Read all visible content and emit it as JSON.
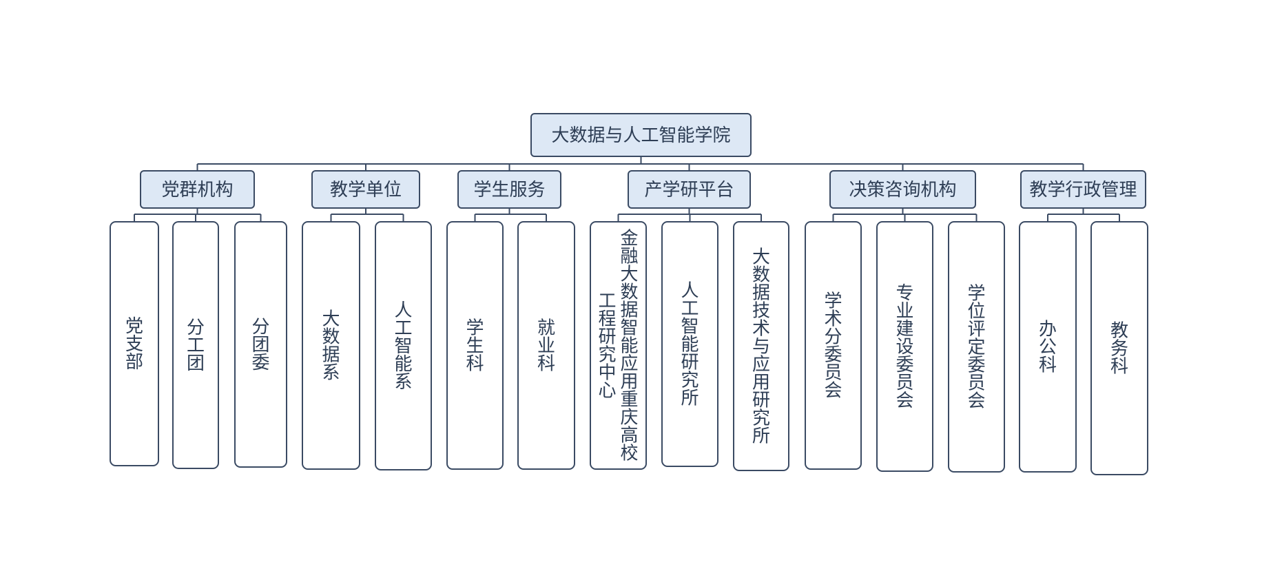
{
  "root": {
    "label": "大数据与人工智能学院"
  },
  "categories": [
    {
      "label": "党群机构",
      "children": [
        "党支部",
        "分工团",
        "分团委"
      ]
    },
    {
      "label": "教学单位",
      "children": [
        "大数据系",
        "人工智能系"
      ]
    },
    {
      "label": "学生服务",
      "children": [
        "学生科",
        "就业科"
      ]
    },
    {
      "label": "产学研平台",
      "children": [
        "金融大数据智能应用重庆高校工程研究中心",
        "人工智能研究所",
        "大数据技术与应用研究所"
      ]
    },
    {
      "label": "决策咨询机构",
      "children": [
        "学术分委员会",
        "专业建设委员会",
        "学位评定委员会"
      ]
    },
    {
      "label": "教学行政管理",
      "children": [
        "办公科",
        "教务科"
      ]
    }
  ],
  "colors": {
    "header_fill": "#dde8f5",
    "stroke": "#3a4a63",
    "text": "#2e3e55",
    "leaf_fill": "#ffffff"
  }
}
